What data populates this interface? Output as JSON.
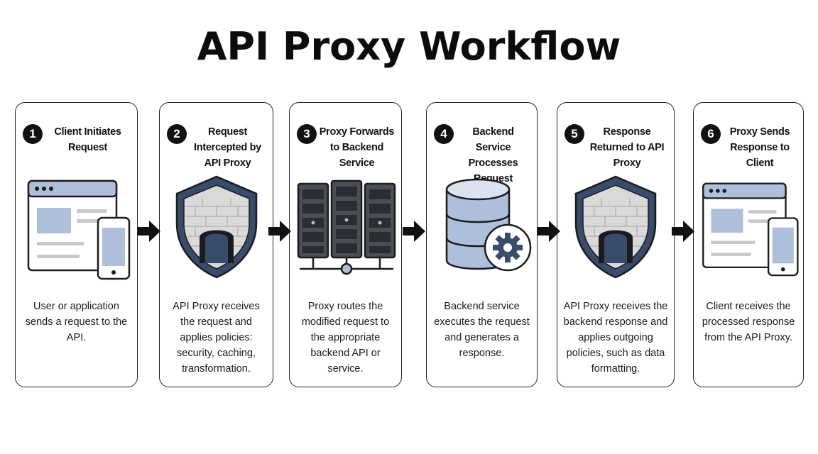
{
  "title": "API Proxy Workflow",
  "steps": [
    {
      "number": "1",
      "title": "Client Initiates Request",
      "description": "User or application sends a request to the API."
    },
    {
      "number": "2",
      "title": "Request Intercepted by API Proxy",
      "description": "API Proxy receives the request and applies policies: security, caching, transformation."
    },
    {
      "number": "3",
      "title": "Proxy Forwards to Backend Service",
      "description": "Proxy routes the modified request to the appropriate backend API or service."
    },
    {
      "number": "4",
      "title": "Backend Service Processes Request",
      "description": "Backend service executes the request and generates a response."
    },
    {
      "number": "5",
      "title": "Response Returned to API Proxy",
      "description": "API Proxy receives the backend response and applies outgoing policies, such as data formatting."
    },
    {
      "number": "6",
      "title": "Proxy Sends Response to Client",
      "description": "Client receives the processed response from the API Proxy."
    }
  ],
  "icons": [
    "client-devices-icon",
    "proxy-shield-icon",
    "server-rack-icon",
    "database-gear-icon",
    "proxy-shield-icon",
    "client-devices-icon"
  ],
  "colors": {
    "accent": "#aebfdc",
    "dark": "#3a4c6b",
    "stroke": "#1c1c1c"
  }
}
